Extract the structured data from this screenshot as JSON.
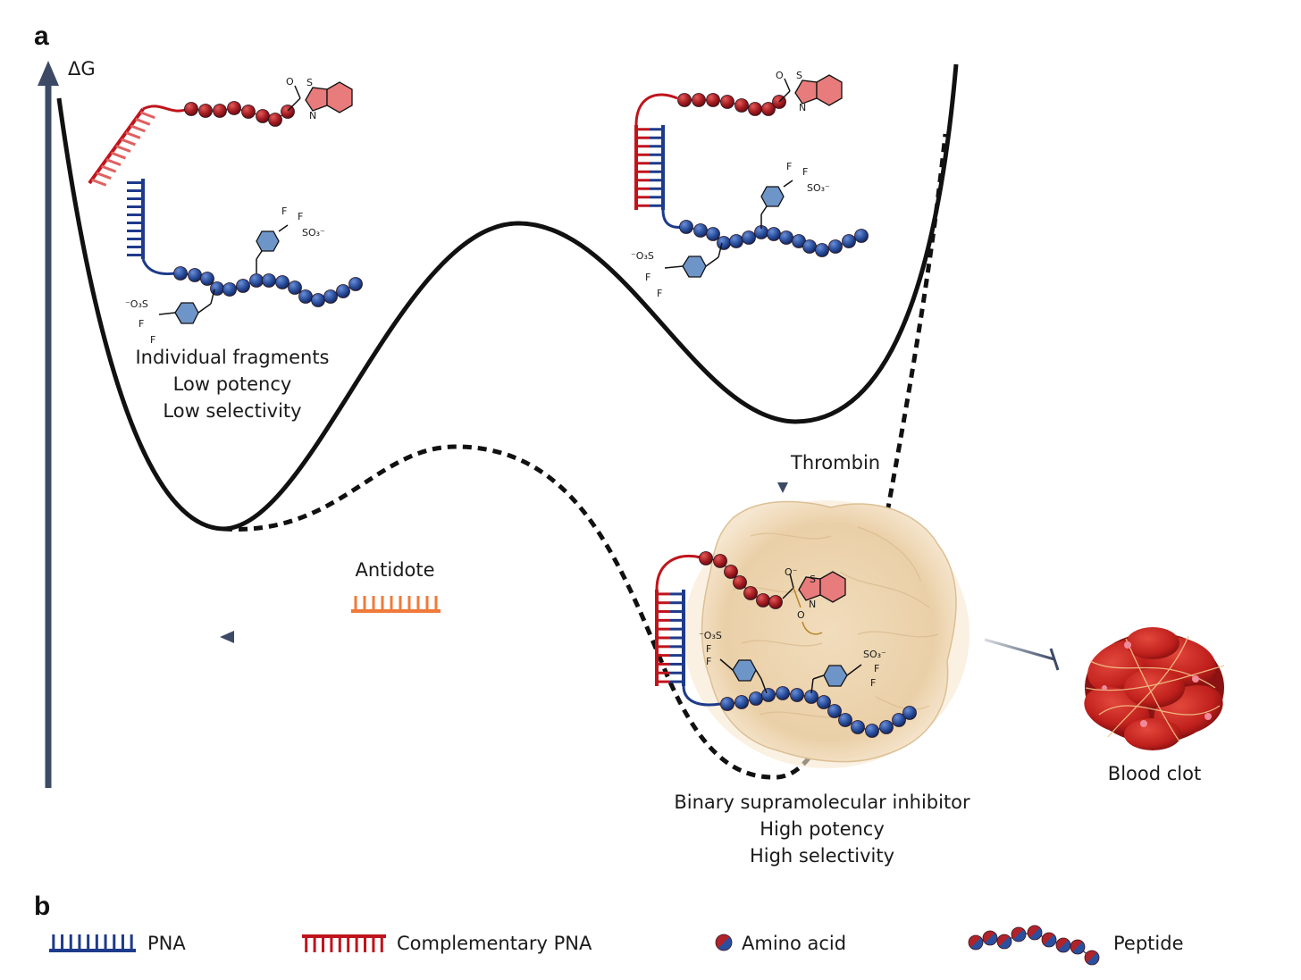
{
  "panel_a": {
    "letter": "a",
    "y_axis_label": "ΔG",
    "left_state": {
      "line1": "Individual fragments",
      "line2": "Low potency",
      "line3": "Low selectivity"
    },
    "arrow_label": "Thrombin",
    "antidote_label": "Antidote",
    "bound_state": {
      "line1": "Binary supramolecular inhibitor",
      "line2": "High potency",
      "line3": "High selectivity"
    },
    "clot_label": "Blood clot",
    "chem_labels": {
      "s": "S",
      "n": "N",
      "o": "O",
      "f": "F",
      "so3": "SO₃⁻",
      "o3s": "⁻O₃S",
      "o_minus": "O⁻"
    }
  },
  "panel_b": {
    "letter": "b",
    "legend": {
      "pna": "PNA",
      "complementary_pna": "Complementary PNA",
      "amino_acid": "Amino acid",
      "peptide": "Peptide"
    }
  },
  "colors": {
    "pna_blue": "#1e3a8a",
    "complementary_red": "#c0141c",
    "antidote_orange": "#f07a3a",
    "bead_red": "#a51d22",
    "bead_blue": "#2a4f9e",
    "axis_slate": "#3c4a66",
    "protein_tan": "#ecd3ad"
  }
}
